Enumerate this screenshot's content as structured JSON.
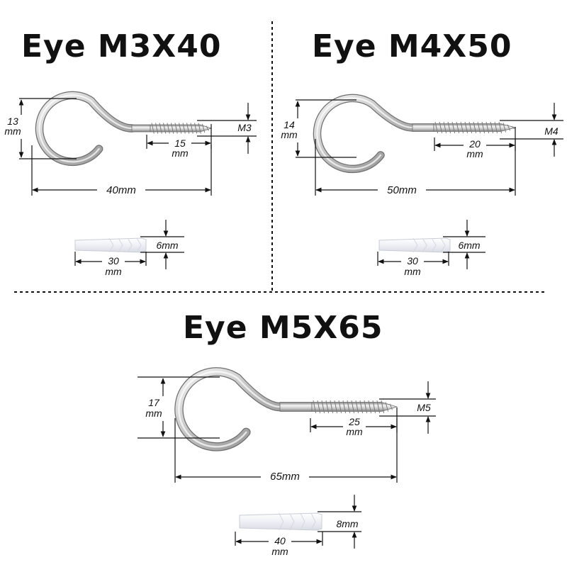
{
  "panels": [
    {
      "title": "Eye M3X40",
      "ring_height": {
        "value": "13",
        "unit": "mm"
      },
      "thread_length": {
        "value": "15",
        "unit": "mm"
      },
      "thread_size": "M3",
      "total_length": "40mm",
      "anchor_length": {
        "value": "30",
        "unit": "mm"
      },
      "anchor_diameter": "6mm"
    },
    {
      "title": "Eye M4X50",
      "ring_height": {
        "value": "14",
        "unit": "mm"
      },
      "thread_length": {
        "value": "20",
        "unit": "mm"
      },
      "thread_size": "M4",
      "total_length": "50mm",
      "anchor_length": {
        "value": "30",
        "unit": "mm"
      },
      "anchor_diameter": "6mm"
    },
    {
      "title": "Eye M5X65",
      "ring_height": {
        "value": "17",
        "unit": "mm"
      },
      "thread_length": {
        "value": "25",
        "unit": "mm"
      },
      "thread_size": "M5",
      "total_length": "65mm",
      "anchor_length": {
        "value": "40",
        "unit": "mm"
      },
      "anchor_diameter": "8mm"
    }
  ],
  "colors": {
    "metal_light": "#f2f2f2",
    "metal_mid": "#c9c9c9",
    "metal_dark": "#8a8a8a",
    "plastic": "#eceef3",
    "line": "#111111"
  }
}
